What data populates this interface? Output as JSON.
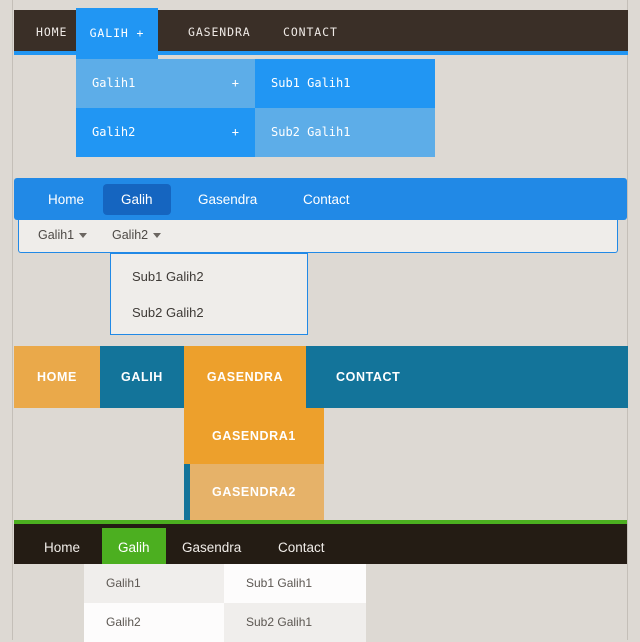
{
  "page": {
    "background_color": "#ddd9d3"
  },
  "menus": [
    {
      "id": "menu-dark-blue",
      "style_name": "dark-bar-blue-mega",
      "colors": {
        "bar": "#3a2f27",
        "accent": "#2196f3",
        "accent_light": "#5dade8"
      },
      "items": [
        {
          "label": "HOME",
          "state": "normal"
        },
        {
          "label": "GALIH +",
          "state": "active"
        },
        {
          "label": "GASENDRA",
          "state": "normal"
        },
        {
          "label": "CONTACT",
          "state": "normal"
        }
      ],
      "submenu_column_1": [
        {
          "label": "Galih1",
          "marker": "+",
          "state": "hover"
        },
        {
          "label": "Galih2",
          "marker": "+",
          "state": "normal"
        }
      ],
      "submenu_column_2": [
        {
          "label": "Sub1 Galih1",
          "state": "normal"
        },
        {
          "label": "Sub2 Galih1",
          "state": "hover"
        }
      ]
    },
    {
      "id": "menu-blue-bar",
      "style_name": "blue-bar-light-dropdown",
      "colors": {
        "bar": "#2189e6",
        "active": "#1565c0",
        "panel": "#efedea"
      },
      "items": [
        {
          "label": "Home",
          "state": "normal"
        },
        {
          "label": "Galih",
          "state": "active"
        },
        {
          "label": "Gasendra",
          "state": "normal"
        },
        {
          "label": "Contact",
          "state": "normal"
        }
      ],
      "subbar": [
        {
          "label": "Galih1",
          "caret": true
        },
        {
          "label": "Galih2",
          "caret": true
        }
      ],
      "panel": [
        {
          "label": "Sub1 Galih2"
        },
        {
          "label": "Sub2 Galih2"
        }
      ]
    },
    {
      "id": "menu-orange-teal",
      "style_name": "orange-teal-blocks",
      "colors": {
        "orange": "#eda02c",
        "orange_light": "#eaa94a",
        "teal": "#13749a",
        "orange_pale": "#e6b269"
      },
      "items": [
        {
          "label": "HOME",
          "state": "normal"
        },
        {
          "label": "GALIH",
          "state": "normal"
        },
        {
          "label": "GASENDRA",
          "state": "active"
        },
        {
          "label": "CONTACT",
          "state": "normal"
        }
      ],
      "dropdown": [
        {
          "label": "GASENDRA1",
          "state": "normal"
        },
        {
          "label": "GASENDRA2",
          "state": "hover"
        }
      ]
    },
    {
      "id": "menu-dark-green",
      "style_name": "dark-bar-green-accent",
      "colors": {
        "bar": "#241c14",
        "accent": "#4caf20",
        "panel_gray": "#f0eeec",
        "panel_white": "#fdfcfc"
      },
      "items": [
        {
          "label": "Home",
          "state": "normal"
        },
        {
          "label": "Galih",
          "state": "active"
        },
        {
          "label": "Gasendra",
          "state": "normal"
        },
        {
          "label": "Contact",
          "state": "normal"
        }
      ],
      "submenu_column_1": [
        {
          "label": "Galih1",
          "state": "hover"
        },
        {
          "label": "Galih2",
          "state": "normal"
        }
      ],
      "submenu_column_2": [
        {
          "label": "Sub1 Galih1",
          "state": "normal"
        },
        {
          "label": "Sub2 Galih1",
          "state": "hover"
        }
      ]
    }
  ]
}
